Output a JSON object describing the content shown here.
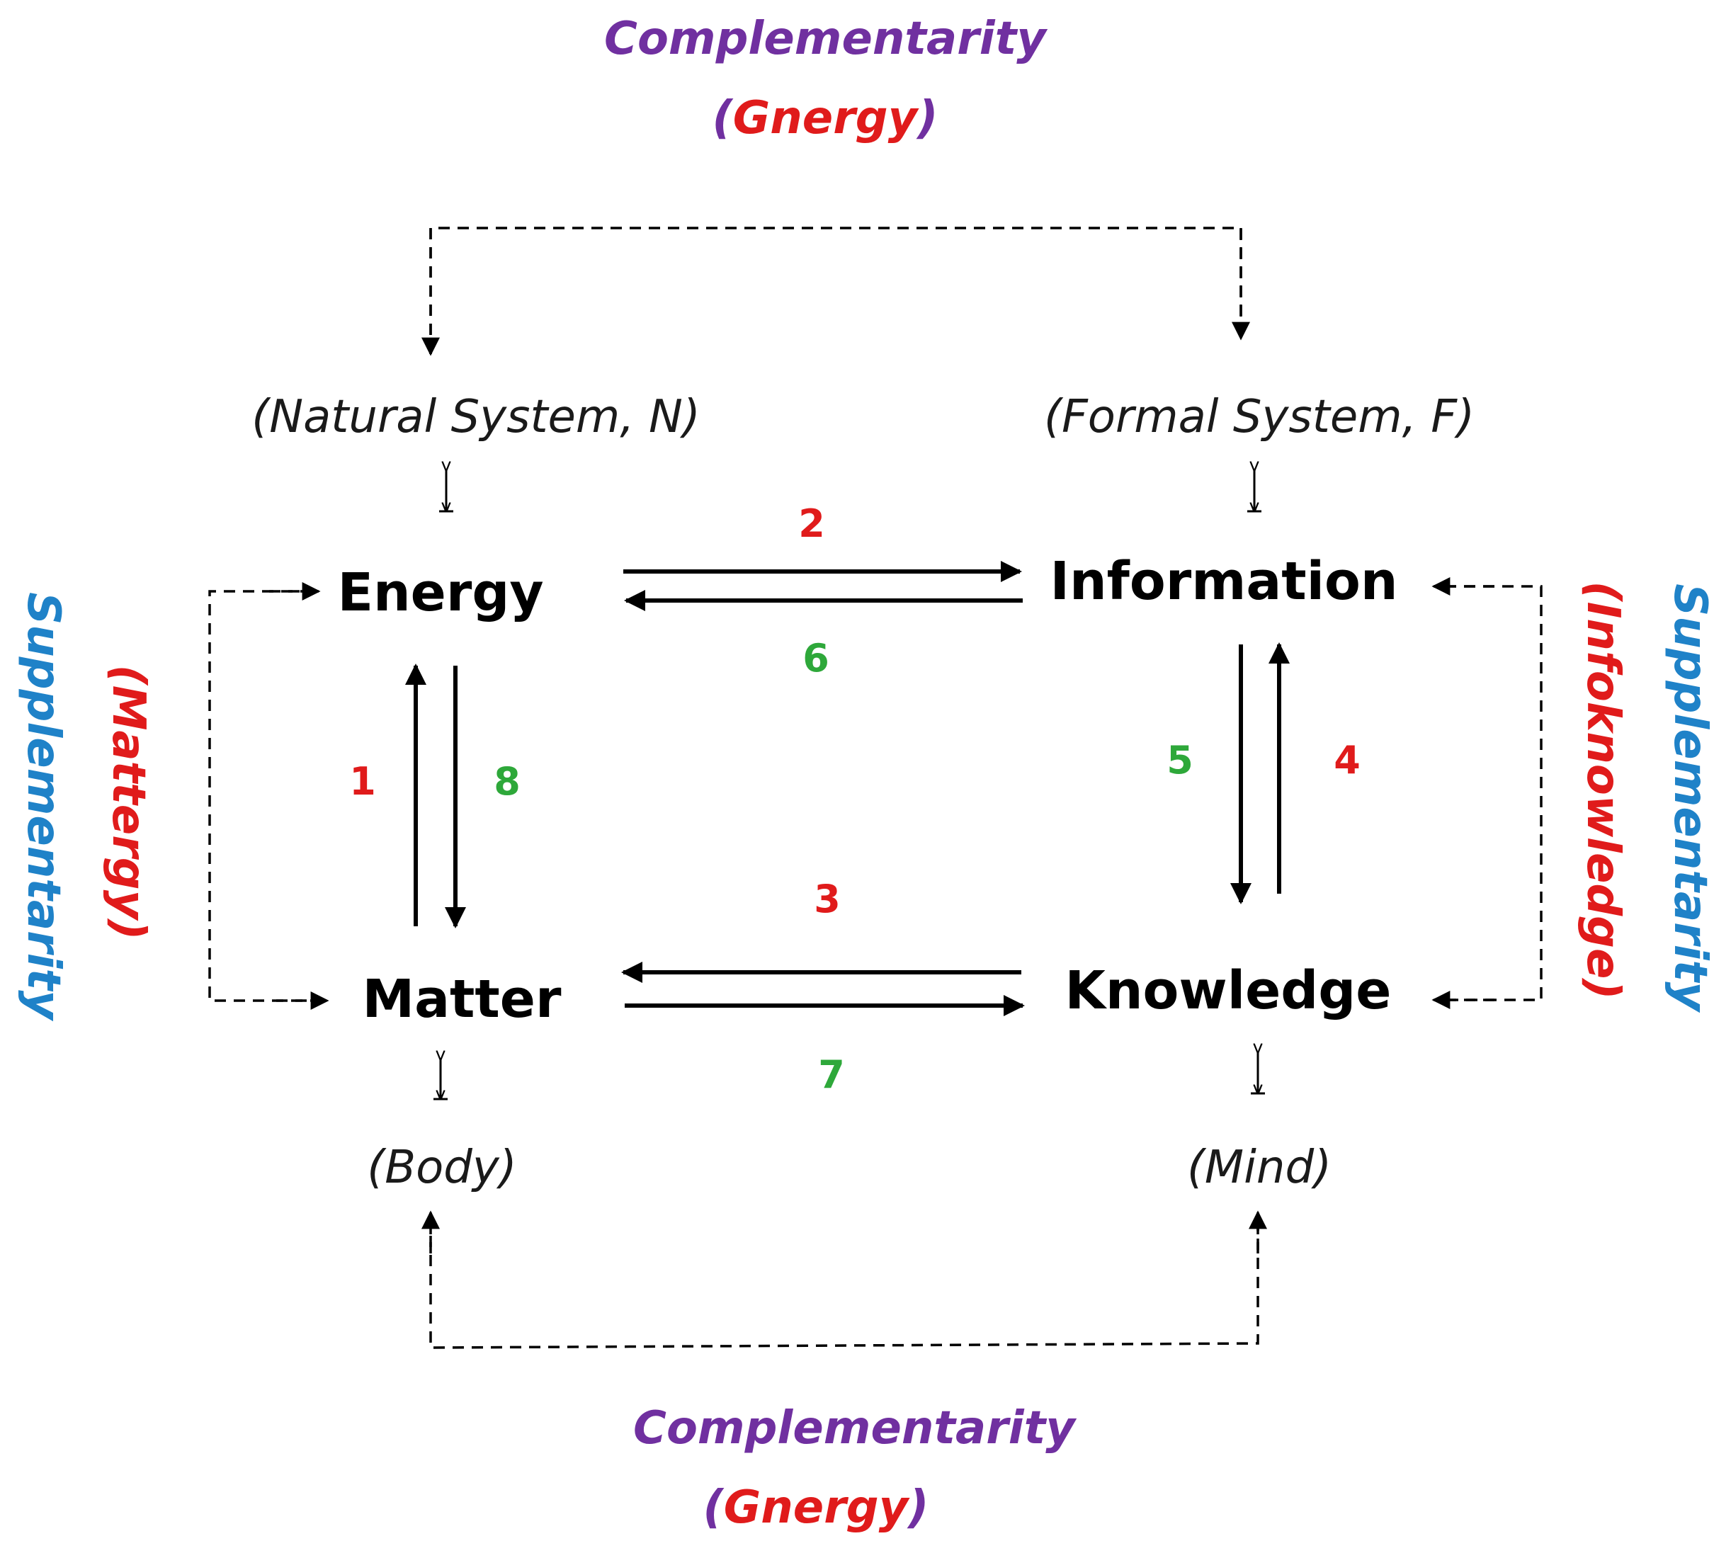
{
  "nodes": {
    "energy": "Energy",
    "information": "Information",
    "matter": "Matter",
    "knowledge": "Knowledge"
  },
  "systems": {
    "natural": "(Natural System, N)",
    "formal": "(Formal System, F)",
    "body": "(Body)",
    "mind": "(Mind)"
  },
  "transitions": {
    "t1": "1",
    "t2": "2",
    "t3": "3",
    "t4": "4",
    "t5": "5",
    "t6": "6",
    "t7": "7",
    "t8": "8"
  },
  "bands": {
    "top": {
      "label": "Complementarity",
      "sublabel": "(Gnergy)"
    },
    "bottom": {
      "label": "Complementarity",
      "sublabel": "(Gnergy)"
    },
    "left": {
      "label": "Supplementarity",
      "sublabel": "(Mattergy)"
    },
    "right": {
      "label": "Supplementarity",
      "sublabel": "(Infoknowledge)"
    }
  },
  "colors": {
    "complementarity": "#7030a0",
    "emergent": "#e01b1b",
    "supplementarity": "#1f82c8",
    "forward_transition": "#e01b1b",
    "reverse_transition": "#2ea83a",
    "node": "#000000"
  }
}
